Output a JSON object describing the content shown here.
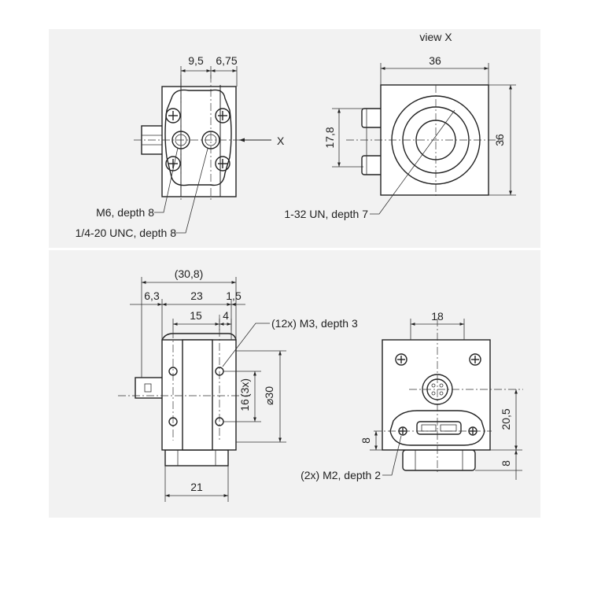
{
  "top_left_view": {
    "dim_a": "9,5",
    "dim_b": "6,75",
    "callout_m6": "M6, depth 8",
    "callout_unc": "1/4-20 UNC, depth 8",
    "arrow_label": "X"
  },
  "top_right_view": {
    "title": "view X",
    "width": "36",
    "height": "36",
    "offset": "17,8",
    "callout": "1-32 UN, depth 7"
  },
  "bottom_left_view": {
    "overall": "(30,8)",
    "dim_left": "6,3",
    "dim_mid": "23",
    "dim_right": "1,5",
    "dim_15": "15",
    "dim_4": "4",
    "callout": "(12x) M3, depth 3",
    "dim_16": "16",
    "dim_16_note": "(3x)",
    "diameter": "⌀30",
    "bottom": "21"
  },
  "bottom_right_view": {
    "dim_top": "18",
    "dim_20_5": "20,5",
    "dim_8_left": "8",
    "dim_8_right": "8",
    "callout": "(2x) M2, depth 2"
  }
}
